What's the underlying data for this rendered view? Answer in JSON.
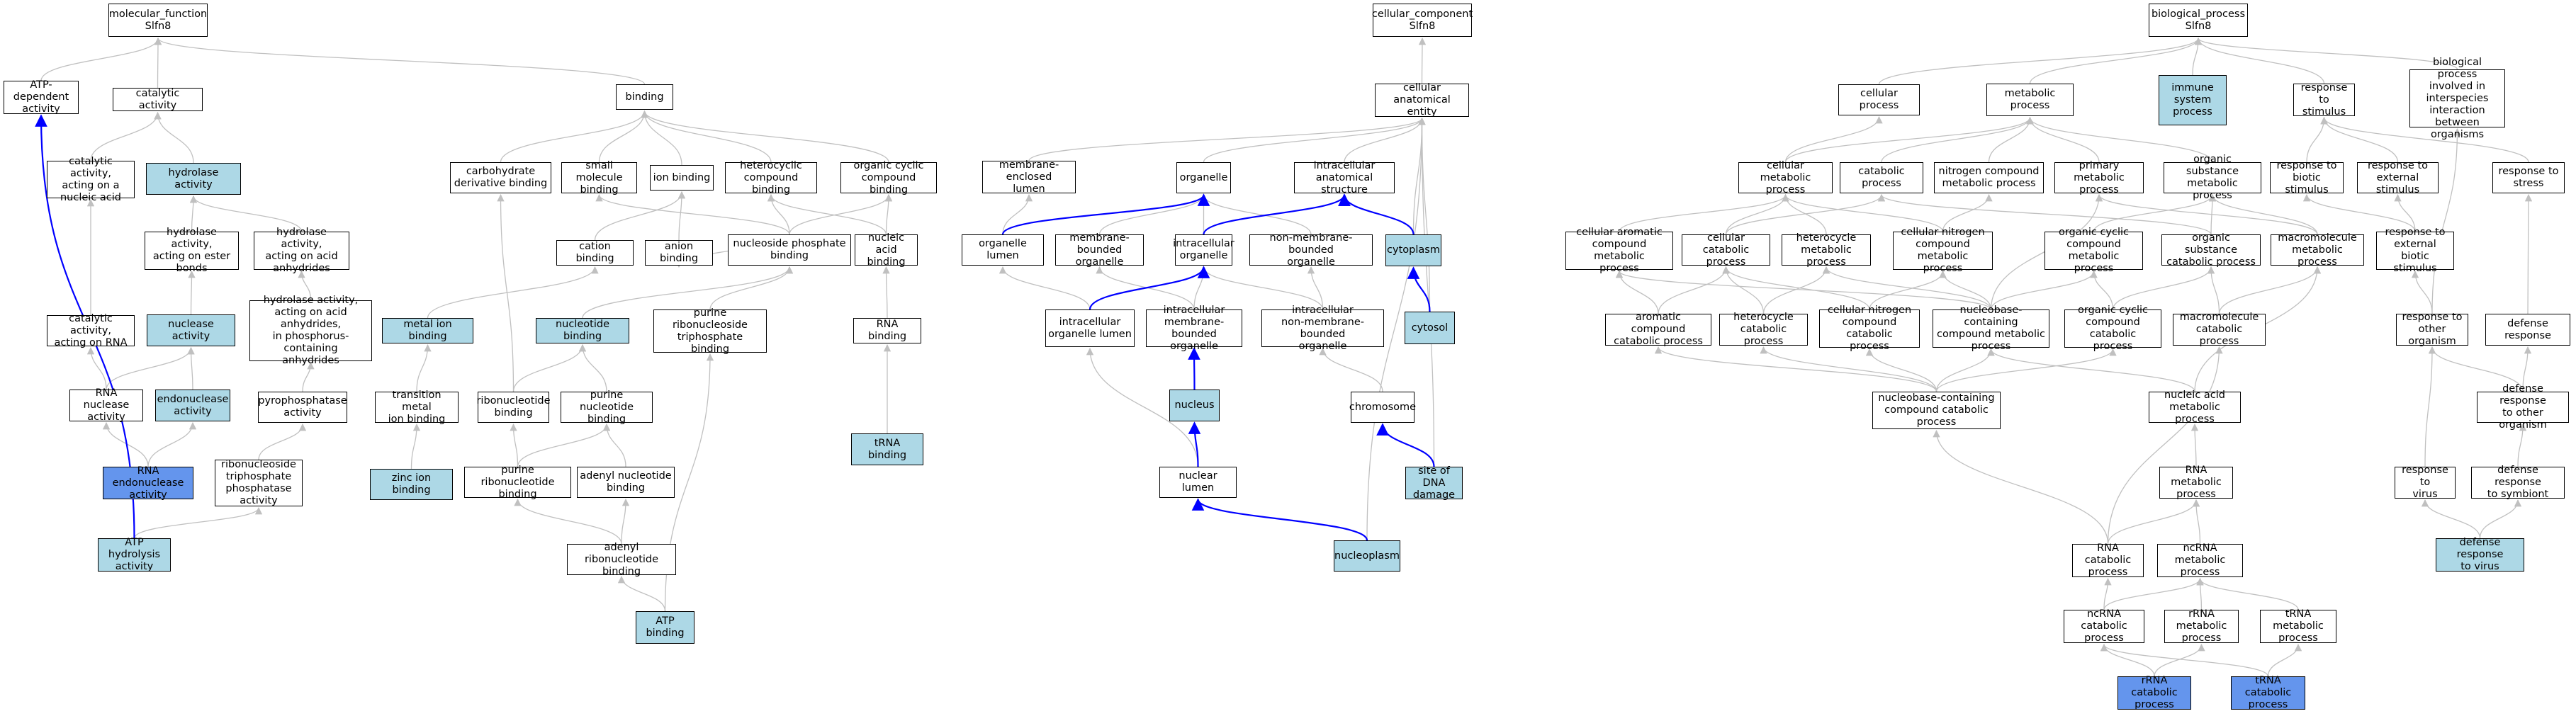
{
  "styles": {
    "plain": "#ffffff",
    "light": "#add8e6",
    "dark": "#6495ed",
    "edge_gray": "#c0c0c0",
    "edge_blue": "#0000ff"
  },
  "nodes": [
    {
      "id": "mf_root",
      "label": "molecular_function\nSlfn8",
      "style": "plain"
    },
    {
      "id": "atp_dep",
      "label": "ATP-dependent\nactivity",
      "style": "plain"
    },
    {
      "id": "catalytic",
      "label": "catalytic activity",
      "style": "plain"
    },
    {
      "id": "binding",
      "label": "binding",
      "style": "plain"
    },
    {
      "id": "cat_na",
      "label": "catalytic activity,\nacting on a\nnucleic acid",
      "style": "plain"
    },
    {
      "id": "hydrolase",
      "label": "hydrolase activity",
      "style": "light"
    },
    {
      "id": "carb_deriv",
      "label": "carbohydrate\nderivative binding",
      "style": "plain"
    },
    {
      "id": "small_mol",
      "label": "small molecule\nbinding",
      "style": "plain"
    },
    {
      "id": "ion_bind",
      "label": "ion binding",
      "style": "plain"
    },
    {
      "id": "heterocyclic_bind",
      "label": "heterocyclic\ncompound binding",
      "style": "plain"
    },
    {
      "id": "org_cyclic_bind",
      "label": "organic cyclic\ncompound binding",
      "style": "plain"
    },
    {
      "id": "hyd_ester",
      "label": "hydrolase activity,\nacting on ester\nbonds",
      "style": "plain"
    },
    {
      "id": "hyd_anhyd",
      "label": "hydrolase activity,\nacting on acid\nanhydrides",
      "style": "plain"
    },
    {
      "id": "cation_bind",
      "label": "cation binding",
      "style": "plain"
    },
    {
      "id": "anion_bind",
      "label": "anion binding",
      "style": "plain"
    },
    {
      "id": "nuc_phos_bind",
      "label": "nucleoside phosphate\nbinding",
      "style": "plain"
    },
    {
      "id": "na_bind",
      "label": "nucleic acid\nbinding",
      "style": "plain"
    },
    {
      "id": "cat_rna",
      "label": "catalytic activity,\nacting on RNA",
      "style": "plain"
    },
    {
      "id": "nuclease",
      "label": "nuclease activity",
      "style": "light"
    },
    {
      "id": "hyd_phos",
      "label": "hydrolase activity,\nacting on acid\nanhydrides,\nin phosphorus-containing\nanhydrides",
      "style": "plain"
    },
    {
      "id": "metal_ion",
      "label": "metal ion binding",
      "style": "light"
    },
    {
      "id": "nucleotide_bind",
      "label": "nucleotide binding",
      "style": "light"
    },
    {
      "id": "purine_ribonuc_tp",
      "label": "purine ribonucleoside\ntriphosphate\nbinding",
      "style": "plain"
    },
    {
      "id": "rna_bind",
      "label": "RNA binding",
      "style": "plain"
    },
    {
      "id": "rna_nuclease",
      "label": "RNA nuclease\nactivity",
      "style": "plain"
    },
    {
      "id": "endonuclease",
      "label": "endonuclease\nactivity",
      "style": "light"
    },
    {
      "id": "pyrophos",
      "label": "pyrophosphatase\nactivity",
      "style": "plain"
    },
    {
      "id": "trans_metal",
      "label": "transition metal\nion binding",
      "style": "plain"
    },
    {
      "id": "ribonucleotide",
      "label": "ribonucleotide\nbinding",
      "style": "plain"
    },
    {
      "id": "purine_nuc",
      "label": "purine nucleotide\nbinding",
      "style": "plain"
    },
    {
      "id": "trna_bind",
      "label": "tRNA binding",
      "style": "light"
    },
    {
      "id": "rna_endo",
      "label": "RNA endonuclease\nactivity",
      "style": "dark"
    },
    {
      "id": "ribo_tpase",
      "label": "ribonucleoside\ntriphosphate\nphosphatase\nactivity",
      "style": "plain"
    },
    {
      "id": "zinc",
      "label": "zinc ion binding",
      "style": "light"
    },
    {
      "id": "purine_ribo",
      "label": "purine ribonucleotide\nbinding",
      "style": "plain"
    },
    {
      "id": "adenyl_nuc",
      "label": "adenyl nucleotide\nbinding",
      "style": "plain"
    },
    {
      "id": "atp_hydro",
      "label": "ATP hydrolysis\nactivity",
      "style": "light"
    },
    {
      "id": "adenyl_ribo",
      "label": "adenyl ribonucleotide\nbinding",
      "style": "plain"
    },
    {
      "id": "atp_bind",
      "label": "ATP binding",
      "style": "light"
    },
    {
      "id": "cc_root",
      "label": "cellular_component\nSlfn8",
      "style": "plain"
    },
    {
      "id": "cell_anat",
      "label": "cellular anatomical\nentity",
      "style": "plain"
    },
    {
      "id": "mem_lumen",
      "label": "membrane-enclosed\nlumen",
      "style": "plain"
    },
    {
      "id": "organelle",
      "label": "organelle",
      "style": "plain"
    },
    {
      "id": "ic_anat",
      "label": "intracellular\nanatomical structure",
      "style": "plain"
    },
    {
      "id": "org_lumen",
      "label": "organelle lumen",
      "style": "plain"
    },
    {
      "id": "mem_org",
      "label": "membrane-bounded\norganelle",
      "style": "plain"
    },
    {
      "id": "ic_org",
      "label": "intracellular\norganelle",
      "style": "plain"
    },
    {
      "id": "nonmem_org",
      "label": "non-membrane-bounded\norganelle",
      "style": "plain"
    },
    {
      "id": "cytoplasm",
      "label": "cytoplasm",
      "style": "light"
    },
    {
      "id": "ic_org_lumen",
      "label": "intracellular\norganelle lumen",
      "style": "plain"
    },
    {
      "id": "ic_mem_org",
      "label": "intracellular\nmembrane-bounded\norganelle",
      "style": "plain"
    },
    {
      "id": "ic_nonmem_org",
      "label": "intracellular\nnon-membrane-bounded\norganelle",
      "style": "plain"
    },
    {
      "id": "cytosol",
      "label": "cytosol",
      "style": "light"
    },
    {
      "id": "nucleus",
      "label": "nucleus",
      "style": "light"
    },
    {
      "id": "chromosome",
      "label": "chromosome",
      "style": "plain"
    },
    {
      "id": "nuc_lumen",
      "label": "nuclear lumen",
      "style": "plain"
    },
    {
      "id": "dna_dmg",
      "label": "site of DNA\ndamage",
      "style": "light"
    },
    {
      "id": "nucleoplasm",
      "label": "nucleoplasm",
      "style": "light"
    },
    {
      "id": "bp_root",
      "label": "biological_process\nSlfn8",
      "style": "plain"
    },
    {
      "id": "cell_proc",
      "label": "cellular process",
      "style": "plain"
    },
    {
      "id": "metab_proc",
      "label": "metabolic process",
      "style": "plain"
    },
    {
      "id": "immune",
      "label": "immune system\nprocess",
      "style": "light"
    },
    {
      "id": "resp_stim",
      "label": "response to\nstimulus",
      "style": "plain"
    },
    {
      "id": "interspecies",
      "label": "biological process\ninvolved in\ninterspecies\ninteraction\nbetween organisms",
      "style": "plain"
    },
    {
      "id": "cell_metab",
      "label": "cellular metabolic\nprocess",
      "style": "plain"
    },
    {
      "id": "catab_proc",
      "label": "catabolic process",
      "style": "plain"
    },
    {
      "id": "n_comp_metab",
      "label": "nitrogen compound\nmetabolic process",
      "style": "plain"
    },
    {
      "id": "prim_metab",
      "label": "primary metabolic\nprocess",
      "style": "plain"
    },
    {
      "id": "org_subst_metab",
      "label": "organic substance\nmetabolic process",
      "style": "plain"
    },
    {
      "id": "resp_biotic",
      "label": "response to\nbiotic stimulus",
      "style": "plain"
    },
    {
      "id": "resp_ext",
      "label": "response to\nexternal stimulus",
      "style": "plain"
    },
    {
      "id": "resp_stress",
      "label": "response to\nstress",
      "style": "plain"
    },
    {
      "id": "cell_arom",
      "label": "cellular aromatic\ncompound metabolic\nprocess",
      "style": "plain"
    },
    {
      "id": "cell_catab",
      "label": "cellular catabolic\nprocess",
      "style": "plain"
    },
    {
      "id": "hetero_metab",
      "label": "heterocycle\nmetabolic process",
      "style": "plain"
    },
    {
      "id": "cell_n_metab",
      "label": "cellular nitrogen\ncompound metabolic\nprocess",
      "style": "plain"
    },
    {
      "id": "org_cyc_metab",
      "label": "organic cyclic\ncompound metabolic\nprocess",
      "style": "plain"
    },
    {
      "id": "org_subst_catab",
      "label": "organic substance\ncatabolic process",
      "style": "plain"
    },
    {
      "id": "macromol_metab",
      "label": "macromolecule\nmetabolic process",
      "style": "plain"
    },
    {
      "id": "resp_ext_biotic",
      "label": "response to\nexternal biotic\nstimulus",
      "style": "plain"
    },
    {
      "id": "arom_catab",
      "label": "aromatic compound\ncatabolic process",
      "style": "plain"
    },
    {
      "id": "hetero_catab",
      "label": "heterocycle\ncatabolic process",
      "style": "plain"
    },
    {
      "id": "cell_n_catab",
      "label": "cellular nitrogen\ncompound catabolic\nprocess",
      "style": "plain"
    },
    {
      "id": "nucbase_metab",
      "label": "nucleobase-containing\ncompound metabolic\nprocess",
      "style": "plain"
    },
    {
      "id": "org_cyc_catab",
      "label": "organic cyclic\ncompound catabolic\nprocess",
      "style": "plain"
    },
    {
      "id": "macromol_catab",
      "label": "macromolecule\ncatabolic process",
      "style": "plain"
    },
    {
      "id": "resp_other_org",
      "label": "response to\nother organism",
      "style": "plain"
    },
    {
      "id": "defense",
      "label": "defense response",
      "style": "plain"
    },
    {
      "id": "nucbase_catab",
      "label": "nucleobase-containing\ncompound catabolic\nprocess",
      "style": "plain"
    },
    {
      "id": "na_metab",
      "label": "nucleic acid\nmetabolic process",
      "style": "plain"
    },
    {
      "id": "def_other",
      "label": "defense response\nto other organism",
      "style": "plain"
    },
    {
      "id": "rna_metab",
      "label": "RNA metabolic\nprocess",
      "style": "plain"
    },
    {
      "id": "resp_virus",
      "label": "response to\nvirus",
      "style": "plain"
    },
    {
      "id": "def_symb",
      "label": "defense response\nto symbiont",
      "style": "plain"
    },
    {
      "id": "rna_catab",
      "label": "RNA catabolic\nprocess",
      "style": "plain"
    },
    {
      "id": "ncrna_metab",
      "label": "ncRNA metabolic\nprocess",
      "style": "plain"
    },
    {
      "id": "def_virus",
      "label": "defense response\nto virus",
      "style": "light"
    },
    {
      "id": "ncrna_catab",
      "label": "ncRNA catabolic\nprocess",
      "style": "plain"
    },
    {
      "id": "rrna_metab",
      "label": "rRNA metabolic\nprocess",
      "style": "plain"
    },
    {
      "id": "trna_metab",
      "label": "tRNA metabolic\nprocess",
      "style": "plain"
    },
    {
      "id": "rrna_catab",
      "label": "rRNA catabolic\nprocess",
      "style": "dark"
    },
    {
      "id": "trna_catab",
      "label": "tRNA catabolic\nprocess",
      "style": "dark"
    }
  ],
  "edges": [
    [
      "atp_dep",
      "mf_root"
    ],
    [
      "catalytic",
      "mf_root"
    ],
    [
      "binding",
      "mf_root"
    ],
    [
      "cat_na",
      "catalytic"
    ],
    [
      "hydrolase",
      "catalytic"
    ],
    [
      "carb_deriv",
      "binding"
    ],
    [
      "small_mol",
      "binding"
    ],
    [
      "ion_bind",
      "binding"
    ],
    [
      "heterocyclic_bind",
      "binding"
    ],
    [
      "org_cyclic_bind",
      "binding"
    ],
    [
      "hyd_ester",
      "hydrolase"
    ],
    [
      "hyd_anhyd",
      "hydrolase"
    ],
    [
      "cation_bind",
      "ion_bind"
    ],
    [
      "anion_bind",
      "ion_bind"
    ],
    [
      "nuc_phos_bind",
      "heterocyclic_bind"
    ],
    [
      "nuc_phos_bind",
      "org_cyclic_bind"
    ],
    [
      "nuc_phos_bind",
      "small_mol"
    ],
    [
      "nuc_phos_bind",
      "anion_bind"
    ],
    [
      "na_bind",
      "heterocyclic_bind"
    ],
    [
      "na_bind",
      "org_cyclic_bind"
    ],
    [
      "cat_rna",
      "cat_na"
    ],
    [
      "nuclease",
      "hyd_ester"
    ],
    [
      "hyd_phos",
      "hyd_anhyd"
    ],
    [
      "metal_ion",
      "cation_bind"
    ],
    [
      "nucleotide_bind",
      "nuc_phos_bind"
    ],
    [
      "purine_ribonuc_tp",
      "nuc_phos_bind"
    ],
    [
      "rna_bind",
      "na_bind"
    ],
    [
      "rna_nuclease",
      "cat_rna"
    ],
    [
      "rna_nuclease",
      "nuclease"
    ],
    [
      "endonuclease",
      "nuclease"
    ],
    [
      "pyrophos",
      "hyd_phos"
    ],
    [
      "trans_metal",
      "metal_ion"
    ],
    [
      "ribonucleotide",
      "nucleotide_bind"
    ],
    [
      "ribonucleotide",
      "carb_deriv"
    ],
    [
      "purine_nuc",
      "nucleotide_bind"
    ],
    [
      "trna_bind",
      "rna_bind"
    ],
    [
      "rna_endo",
      "rna_nuclease"
    ],
    [
      "rna_endo",
      "endonuclease"
    ],
    [
      "ribo_tpase",
      "pyrophos"
    ],
    [
      "zinc",
      "trans_metal"
    ],
    [
      "purine_ribo",
      "purine_nuc"
    ],
    [
      "purine_ribo",
      "ribonucleotide"
    ],
    [
      "adenyl_nuc",
      "purine_nuc"
    ],
    [
      "atp_hydro",
      "ribo_tpase"
    ],
    [
      "adenyl_ribo",
      "adenyl_nuc"
    ],
    [
      "adenyl_ribo",
      "purine_ribo"
    ],
    [
      "atp_bind",
      "adenyl_ribo"
    ],
    [
      "atp_bind",
      "purine_ribonuc_tp"
    ],
    [
      "cell_anat",
      "cc_root"
    ],
    [
      "mem_lumen",
      "cell_anat"
    ],
    [
      "organelle",
      "cell_anat"
    ],
    [
      "ic_anat",
      "cell_anat"
    ],
    [
      "cytoplasm",
      "cell_anat"
    ],
    [
      "nucleoplasm",
      "cell_anat"
    ],
    [
      "dna_dmg",
      "cell_anat"
    ],
    [
      "org_lumen",
      "mem_lumen"
    ],
    [
      "mem_org",
      "organelle"
    ],
    [
      "ic_org",
      "organelle"
    ],
    [
      "nonmem_org",
      "organelle"
    ],
    [
      "ic_org_lumen",
      "org_lumen"
    ],
    [
      "ic_mem_org",
      "mem_org"
    ],
    [
      "ic_mem_org",
      "ic_org"
    ],
    [
      "ic_nonmem_org",
      "nonmem_org"
    ],
    [
      "ic_nonmem_org",
      "ic_org"
    ],
    [
      "cytosol",
      "cell_anat"
    ],
    [
      "chromosome",
      "ic_nonmem_org"
    ],
    [
      "nuc_lumen",
      "ic_org_lumen"
    ],
    [
      "cell_proc",
      "bp_root"
    ],
    [
      "metab_proc",
      "bp_root"
    ],
    [
      "immune",
      "bp_root"
    ],
    [
      "resp_stim",
      "bp_root"
    ],
    [
      "interspecies",
      "bp_root"
    ],
    [
      "cell_metab",
      "cell_proc"
    ],
    [
      "cell_metab",
      "metab_proc"
    ],
    [
      "catab_proc",
      "metab_proc"
    ],
    [
      "n_comp_metab",
      "metab_proc"
    ],
    [
      "prim_metab",
      "metab_proc"
    ],
    [
      "org_subst_metab",
      "metab_proc"
    ],
    [
      "resp_biotic",
      "resp_stim"
    ],
    [
      "resp_ext",
      "resp_stim"
    ],
    [
      "resp_stress",
      "resp_stim"
    ],
    [
      "cell_arom",
      "cell_metab"
    ],
    [
      "cell_catab",
      "cell_metab"
    ],
    [
      "cell_catab",
      "catab_proc"
    ],
    [
      "hetero_metab",
      "cell_metab"
    ],
    [
      "cell_n_metab",
      "cell_metab"
    ],
    [
      "cell_n_metab",
      "n_comp_metab"
    ],
    [
      "org_cyc_metab",
      "org_subst_metab"
    ],
    [
      "org_subst_catab",
      "org_subst_metab"
    ],
    [
      "org_subst_catab",
      "catab_proc"
    ],
    [
      "macromol_metab",
      "org_subst_metab"
    ],
    [
      "macromol_metab",
      "prim_metab"
    ],
    [
      "resp_ext_biotic",
      "resp_biotic"
    ],
    [
      "resp_ext_biotic",
      "resp_ext"
    ],
    [
      "arom_catab",
      "cell_arom"
    ],
    [
      "arom_catab",
      "cell_catab"
    ],
    [
      "hetero_catab",
      "hetero_metab"
    ],
    [
      "hetero_catab",
      "cell_catab"
    ],
    [
      "cell_n_catab",
      "cell_n_metab"
    ],
    [
      "cell_n_catab",
      "cell_catab"
    ],
    [
      "nucbase_metab",
      "cell_arom"
    ],
    [
      "nucbase_metab",
      "hetero_metab"
    ],
    [
      "nucbase_metab",
      "cell_n_metab"
    ],
    [
      "nucbase_metab",
      "org_cyc_metab"
    ],
    [
      "nucbase_metab",
      "prim_metab"
    ],
    [
      "org_cyc_catab",
      "org_cyc_metab"
    ],
    [
      "org_cyc_catab",
      "org_subst_catab"
    ],
    [
      "macromol_catab",
      "org_subst_catab"
    ],
    [
      "macromol_catab",
      "macromol_metab"
    ],
    [
      "resp_other_org",
      "resp_ext_biotic"
    ],
    [
      "resp_other_org",
      "interspecies"
    ],
    [
      "defense",
      "resp_stress"
    ],
    [
      "nucbase_catab",
      "arom_catab"
    ],
    [
      "nucbase_catab",
      "hetero_catab"
    ],
    [
      "nucbase_catab",
      "cell_n_catab"
    ],
    [
      "nucbase_catab",
      "nucbase_metab"
    ],
    [
      "nucbase_catab",
      "org_cyc_catab"
    ],
    [
      "na_metab",
      "nucbase_metab"
    ],
    [
      "na_metab",
      "macromol_metab"
    ],
    [
      "def_other",
      "resp_other_org"
    ],
    [
      "def_other",
      "defense"
    ],
    [
      "rna_metab",
      "na_metab"
    ],
    [
      "resp_virus",
      "resp_other_org"
    ],
    [
      "def_symb",
      "def_other"
    ],
    [
      "rna_catab",
      "rna_metab"
    ],
    [
      "rna_catab",
      "nucbase_catab"
    ],
    [
      "rna_catab",
      "macromol_catab"
    ],
    [
      "ncrna_metab",
      "rna_metab"
    ],
    [
      "def_virus",
      "resp_virus"
    ],
    [
      "def_virus",
      "def_symb"
    ],
    [
      "ncrna_catab",
      "ncrna_metab"
    ],
    [
      "ncrna_catab",
      "rna_catab"
    ],
    [
      "rrna_metab",
      "ncrna_metab"
    ],
    [
      "trna_metab",
      "ncrna_metab"
    ],
    [
      "rrna_catab",
      "rrna_metab"
    ],
    [
      "rrna_catab",
      "ncrna_catab"
    ],
    [
      "trna_catab",
      "trna_metab"
    ],
    [
      "trna_catab",
      "ncrna_catab"
    ]
  ],
  "blue_edges": [
    [
      "atp_hydro",
      "atp_dep"
    ],
    [
      "org_lumen",
      "organelle"
    ],
    [
      "ic_org_lumen",
      "ic_org"
    ],
    [
      "ic_org",
      "ic_anat"
    ],
    [
      "cytoplasm",
      "ic_anat"
    ],
    [
      "cytosol",
      "cytoplasm"
    ],
    [
      "nucleus",
      "ic_mem_org"
    ],
    [
      "nuc_lumen",
      "nucleus"
    ],
    [
      "nucleoplasm",
      "nuc_lumen"
    ],
    [
      "dna_dmg",
      "chromosome"
    ]
  ]
}
